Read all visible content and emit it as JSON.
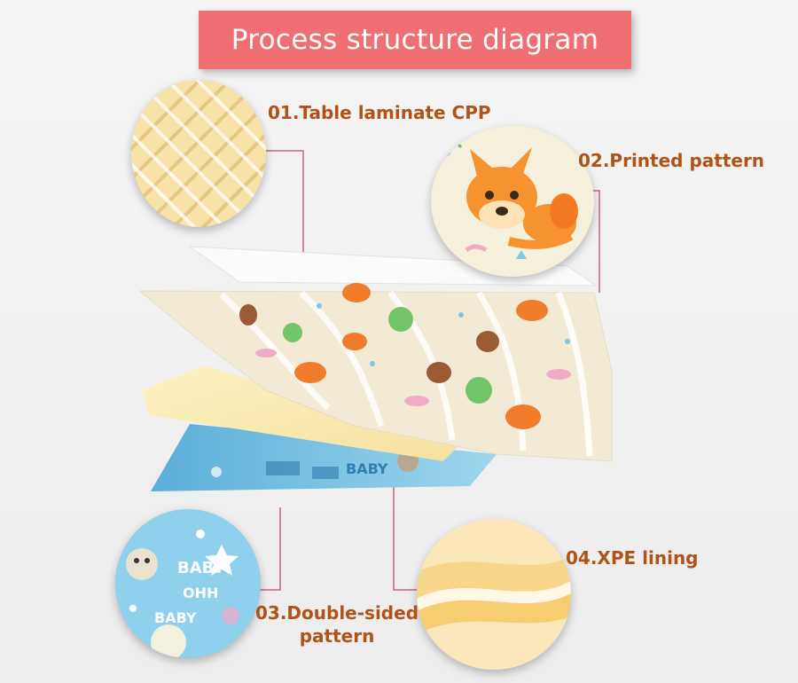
{
  "title": "Process structure diagram",
  "labels": {
    "l1": "01.Table laminate CPP",
    "l2": "02.Printed pattern",
    "l3a": "03.Double-sided",
    "l3b": "pattern",
    "l4": "04.XPE lining"
  },
  "mat_text": {
    "baby": "BABY",
    "ohh": "OHH"
  },
  "colors": {
    "banner": "#ef6f73",
    "label": "#b25216",
    "leader": "#c7657e"
  }
}
